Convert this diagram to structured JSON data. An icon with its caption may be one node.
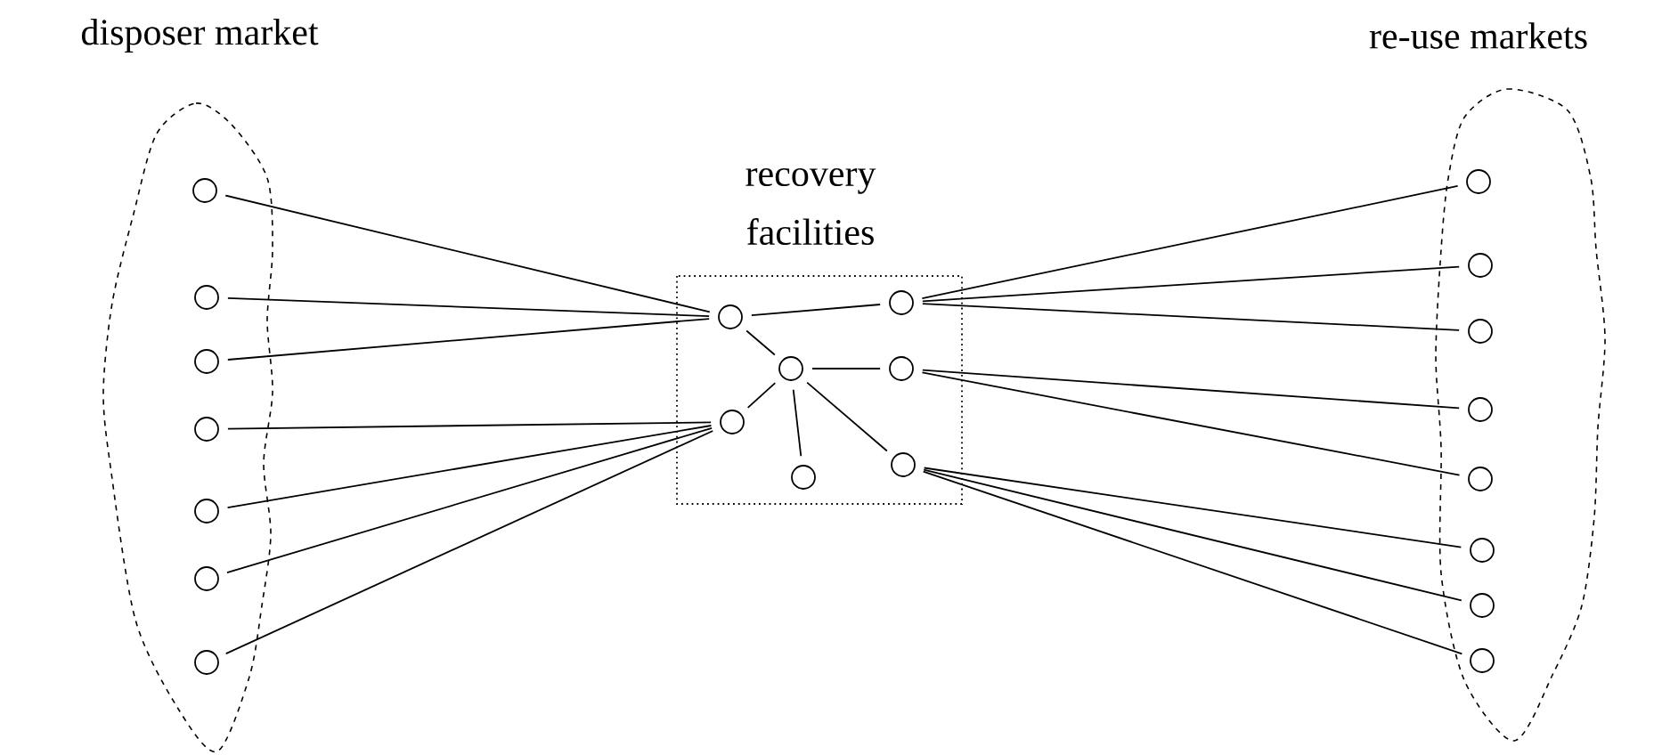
{
  "diagram": {
    "nodes": [
      {
        "text": [
          "disposer market"
        ]
      },
      {
        "text": [],
        "shape": "circle",
        "in": 0
      },
      {
        "text": [],
        "shape": "circle",
        "in": 0
      },
      {
        "text": [],
        "shape": "circle",
        "in": 0
      },
      {
        "text": [],
        "shape": "circle",
        "in": 0
      },
      {
        "text": [],
        "shape": "circle",
        "in": 0
      },
      {
        "text": [],
        "shape": "circle",
        "in": 0
      },
      {
        "text": [],
        "shape": "circle",
        "in": 0
      },
      {
        "text": [
          "recovery facilities"
        ]
      },
      {
        "text": [],
        "shape": "circle",
        "in": 8
      },
      {
        "text": [],
        "shape": "circle",
        "in": 8
      },
      {
        "text": [],
        "shape": "circle",
        "in": 8
      },
      {
        "text": [],
        "shape": "circle",
        "in": 8
      },
      {
        "text": [],
        "shape": "circle",
        "in": 8
      },
      {
        "text": [],
        "shape": "circle",
        "in": 8
      },
      {
        "text": [],
        "shape": "circle",
        "in": 8
      },
      {
        "text": [
          "re-use markets"
        ]
      },
      {
        "text": [],
        "shape": "circle",
        "in": 16
      },
      {
        "text": [],
        "shape": "circle",
        "in": 16
      },
      {
        "text": [],
        "shape": "circle",
        "in": 16
      },
      {
        "text": [],
        "shape": "circle",
        "in": 16
      },
      {
        "text": [],
        "shape": "circle",
        "in": 16
      },
      {
        "text": [],
        "shape": "circle",
        "in": 16
      },
      {
        "text": [],
        "shape": "circle",
        "in": 16
      },
      {
        "text": [],
        "shape": "circle",
        "in": 16
      }
    ],
    "edges": [
      {
        "from": 1,
        "to": 9,
        "arrow": "none"
      },
      {
        "from": 2,
        "to": 9,
        "arrow": "none"
      },
      {
        "from": 3,
        "to": 9,
        "arrow": "none"
      },
      {
        "from": 4,
        "to": 11,
        "arrow": "none"
      },
      {
        "from": 5,
        "to": 11,
        "arrow": "none"
      },
      {
        "from": 6,
        "to": 11,
        "arrow": "none"
      },
      {
        "from": 7,
        "to": 11,
        "arrow": "none"
      },
      {
        "from": 9,
        "to": 13,
        "arrow": "none"
      },
      {
        "from": 9,
        "to": 10,
        "arrow": "none"
      },
      {
        "from": 10,
        "to": 14,
        "arrow": "none"
      },
      {
        "from": 10,
        "to": 11,
        "arrow": "none"
      },
      {
        "from": 10,
        "to": 12,
        "arrow": "none"
      },
      {
        "from": 10,
        "to": 15,
        "arrow": "none"
      },
      {
        "from": 13,
        "to": 17,
        "arrow": "none"
      },
      {
        "from": 13,
        "to": 18,
        "arrow": "none"
      },
      {
        "from": 13,
        "to": 19,
        "arrow": "none"
      },
      {
        "from": 14,
        "to": 20,
        "arrow": "none"
      },
      {
        "from": 14,
        "to": 21,
        "arrow": "none"
      },
      {
        "from": 15,
        "to": 22,
        "arrow": "none"
      },
      {
        "from": 15,
        "to": 23,
        "arrow": "none"
      },
      {
        "from": 15,
        "to": 24,
        "arrow": "none"
      }
    ]
  }
}
